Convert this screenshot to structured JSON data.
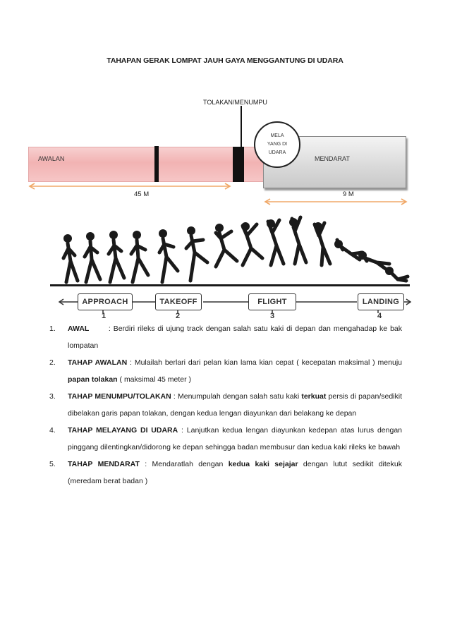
{
  "title": "TAHAPAN GERAK LOMPAT JAUH GAYA MENGGANTUNG DI UDARA",
  "diagram": {
    "tolakan_label": "TOLAKAN/MENUMPU",
    "awalan_label": "AWALAN",
    "mendarat_label": "MENDARAT",
    "melayang_label": "MELA\nYANG DI\nUDARA",
    "distance_awalan": "45 M",
    "distance_mendarat": "9 M",
    "colors": {
      "awalan_bar": "#f2b3b3",
      "distance_arrow": "#f0a868",
      "mendarat_box": "#d9d9d9"
    }
  },
  "phases": [
    {
      "label": "APPROACH",
      "number": "1"
    },
    {
      "label": "TAKEOFF",
      "number": "2"
    },
    {
      "label": "FLIGHT",
      "number": "3"
    },
    {
      "label": "LANDING",
      "number": "4"
    }
  ],
  "steps": [
    {
      "num": "1.",
      "bold": "AWAL",
      "text": ": Berdiri rileks di ujung track dengan salah satu kaki di depan dan mengahadap ke bak lompatan"
    },
    {
      "num": "2.",
      "bold": "TAHAP AWALAN",
      "text_a": " : Mulailah berlari dari pelan kian lama kian cepat ( kecepatan maksimal ) menuju ",
      "bold2": "papan tolakan",
      "text_b": " ( maksimal 45 meter )"
    },
    {
      "num": "3.",
      "bold": "TAHAP MENUMPU/TOLAKAN",
      "text_a": " : Menumpulah dengan salah satu kaki ",
      "bold2": "terkuat",
      "text_b": " persis di papan/sedikit dibelakan garis papan tolakan, dengan kedua lengan diayunkan dari belakang ke depan"
    },
    {
      "num": "4.",
      "bold": "TAHAP MELAYANG DI UDARA",
      "text": " : Lanjutkan kedua lengan diayunkan kedepan atas lurus dengan pinggang dilentingkan/didorong ke depan sehingga badan membusur dan kedua kaki rileks ke bawah"
    },
    {
      "num": "5.",
      "bold": "TAHAP MENDARAT",
      "text_a": " : Mendaratlah dengan ",
      "bold2": "kedua kaki sejajar",
      "text_b": " dengan lutut sedikit ditekuk (meredam berat badan )"
    }
  ]
}
